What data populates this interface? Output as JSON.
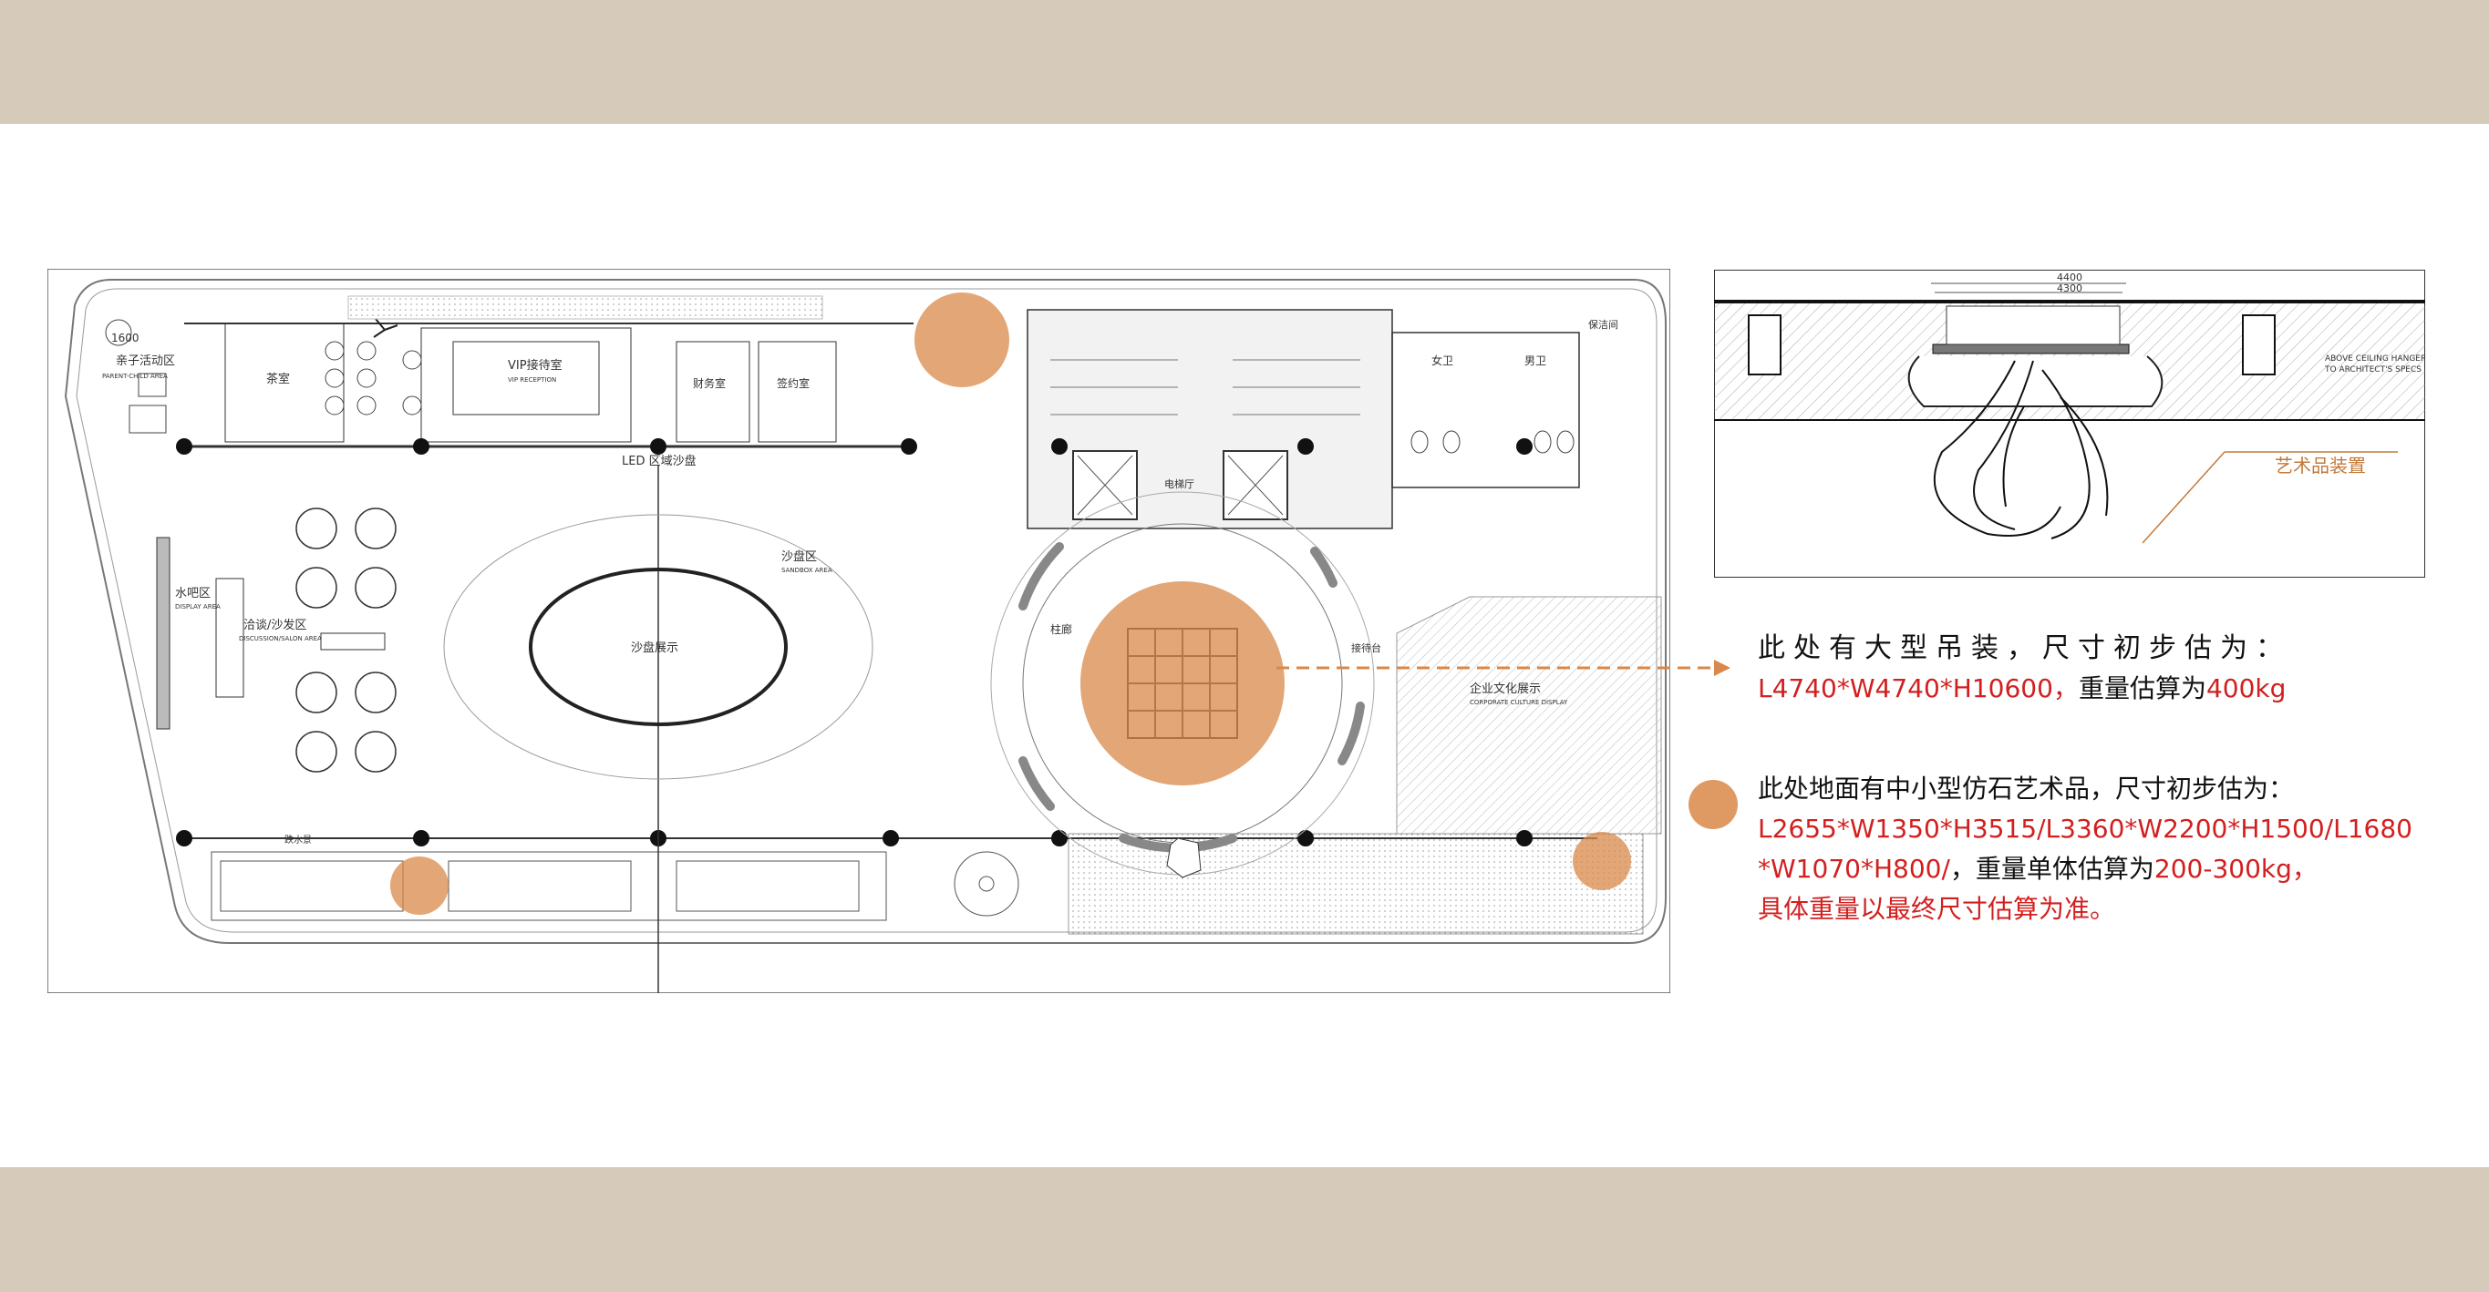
{
  "colors": {
    "band": "#d6cbbb",
    "marker": "#d9884a",
    "accent_red": "#d21f1f",
    "line": "#333333"
  },
  "plan": {
    "rooms": {
      "kids": "亲子活动区",
      "kids_en": "PARENT-CHILD AREA",
      "tea": "茶室",
      "vip": "VIP接待室",
      "vip_en": "VIP RECEPTION",
      "finance": "财务室",
      "sign": "签约室",
      "led": "LED 区域沙盘",
      "sandbox_area": "沙盘区",
      "sandbox_en": "SANDBOX AREA",
      "sandbox_show": "沙盘展示",
      "bar": "水吧区",
      "bar_en": "DISPLAY AREA",
      "lounge": "洽谈/沙发区",
      "lounge_en": "DISCUSSION/SALON AREA",
      "colonnade": "柱廊",
      "lift_hall": "电梯厅",
      "female_wc": "女卫",
      "male_wc": "男卫",
      "cleaning": "保洁间",
      "reception": "接待台",
      "enterprise": "企业文化展示",
      "enterprise_en": "CORPORATE CULTURE DISPLAY",
      "landscape": "跌水景"
    },
    "dimension": "1600"
  },
  "section": {
    "dim1": "4400",
    "dim2": "4300",
    "label": "艺术品装置",
    "note1": "ABOVE CEILING HANGERS",
    "note2": "TO ARCHITECT'S SPECS"
  },
  "callouts": {
    "one": {
      "line1": "此处有大型吊装，尺寸初步估为：",
      "dims": "L4740*W4740*H10600，",
      "weight_prefix": "重量估算为",
      "weight": "400kg"
    },
    "two": {
      "line1": "此处地面有中小型仿石艺术品，尺寸初步估为：",
      "dims": "L2655*W1350*H3515/L3360*W2200*H1500/L1680*W1070*H800/",
      "weight_prefix": "，重量单体估算为",
      "weight": "200-300kg，",
      "line3": "具体重量以最终尺寸估算为准。"
    }
  }
}
